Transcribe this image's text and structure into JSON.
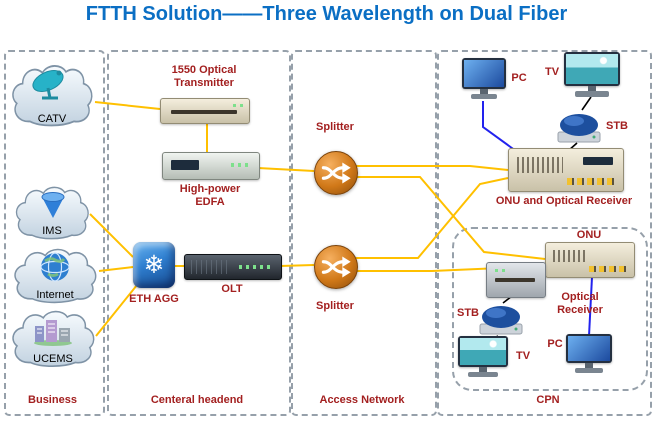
{
  "title": "FTTH Solution——Three Wavelength on Dual Fiber",
  "sections": {
    "business": {
      "label": "Business"
    },
    "headend": {
      "label": "Centeral headend"
    },
    "access": {
      "label": "Access Network"
    },
    "cpn": {
      "label": "CPN"
    }
  },
  "nodes": {
    "catv": {
      "label": "CATV"
    },
    "ims": {
      "label": "IMS"
    },
    "internet": {
      "label": "Internet"
    },
    "ucems": {
      "label": "UCEMS"
    },
    "transmitter": {
      "label": "1550 Optical Transmitter"
    },
    "edfa": {
      "label": "High-power EDFA"
    },
    "eth_agg": {
      "label": "ETH AGG"
    },
    "olt": {
      "label": "OLT"
    },
    "splitter_top": {
      "label": "Splitter"
    },
    "splitter_bottom": {
      "label": "Splitter"
    },
    "pc_top": {
      "label": "PC"
    },
    "tv_top": {
      "label": "TV"
    },
    "stb_top": {
      "label": "STB"
    },
    "onu_receiver": {
      "label": "ONU and Optical Receiver"
    },
    "onu_cpn": {
      "label": "ONU"
    },
    "optical_receiver": {
      "label": "Optical Receiver"
    },
    "stb_cpn": {
      "label": "STB"
    },
    "tv_cpn": {
      "label": "TV"
    },
    "pc_cpn": {
      "label": "PC"
    }
  },
  "icons": {
    "eth_agg_glyph": "❄"
  },
  "colors": {
    "title": "#0B6FC4",
    "node_label": "#A32020",
    "fiber_line": "#FFC000",
    "data_line": "#2222EE",
    "av_line": "#000000"
  }
}
